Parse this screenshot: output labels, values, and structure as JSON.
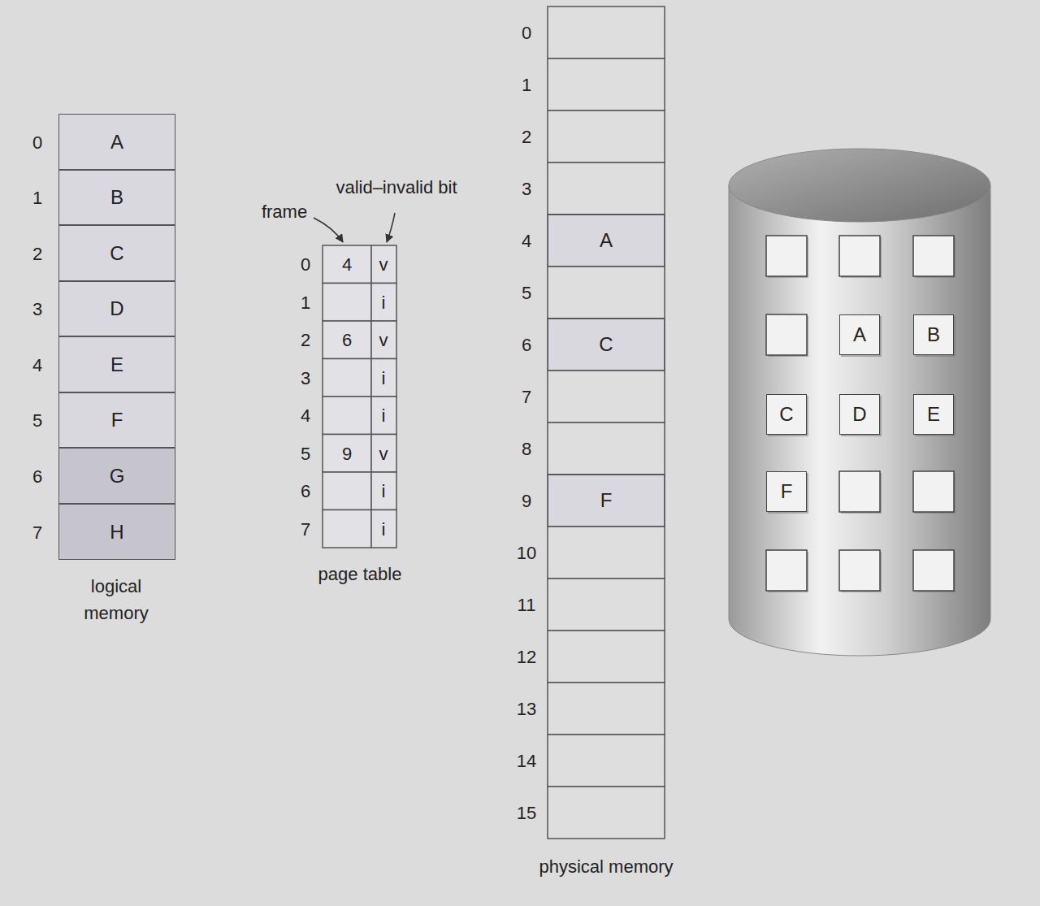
{
  "diagram": {
    "nodes": [
      {
        "text": [
          "A"
        ]
      },
      {
        "text": [
          "B"
        ]
      },
      {
        "text": [
          "C"
        ]
      },
      {
        "text": [
          "D"
        ]
      },
      {
        "text": [
          "E"
        ]
      },
      {
        "text": [
          "F"
        ]
      },
      {
        "text": [
          "G"
        ]
      },
      {
        "text": [
          "H"
        ]
      },
      {
        "text": [
          "A"
        ]
      },
      {
        "text": [
          "C"
        ]
      },
      {
        "text": [
          "F"
        ]
      },
      {
        "text": [
          "A"
        ]
      },
      {
        "text": [
          "B"
        ]
      },
      {
        "text": [
          "C"
        ]
      },
      {
        "text": [
          "D"
        ]
      },
      {
        "text": [
          "E"
        ]
      },
      {
        "text": [
          "F"
        ]
      }
    ],
    "labels": [
      "0",
      "1",
      "2",
      "3",
      "4",
      "5",
      "6",
      "7",
      "logical memory",
      "frame",
      "valid–invalid bit",
      "0",
      "1",
      "2",
      "3",
      "4",
      "5",
      "6",
      "7",
      "4",
      "6",
      "9",
      "v",
      "i",
      "v",
      "i",
      "i",
      "v",
      "i",
      "i",
      "page table",
      "0",
      "1",
      "2",
      "3",
      "4",
      "5",
      "6",
      "7",
      "8",
      "9",
      "10",
      "11",
      "12",
      "13",
      "14",
      "15",
      "physical memory"
    ]
  }
}
